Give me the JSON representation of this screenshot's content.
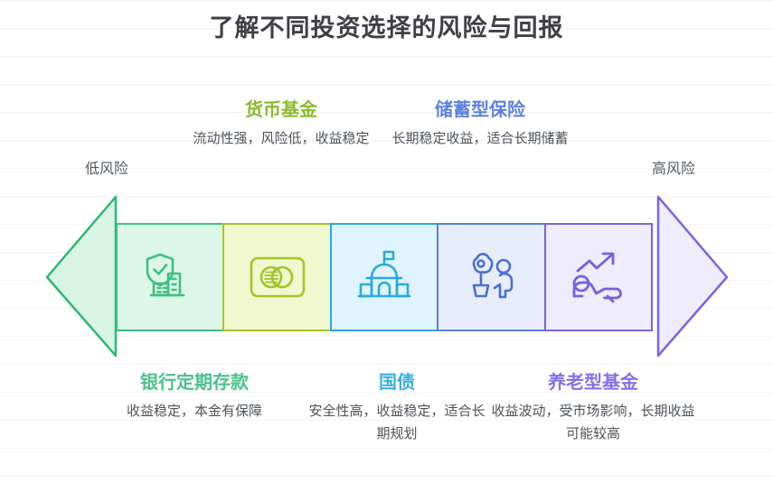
{
  "page": {
    "title": "了解不同投资选择的风险与回报",
    "title_color": "#3f3f46",
    "background": "#ffffff",
    "gridline_color": "#f2f3f5"
  },
  "axis": {
    "low_label": "低风险",
    "high_label": "高风险",
    "label_color": "#555b61",
    "left_arrow": {
      "name": "left-arrowhead",
      "direction": "left",
      "stroke": "#2eb872",
      "fill": "#d8f5e6"
    },
    "right_arrow": {
      "name": "right-arrowhead",
      "direction": "right",
      "stroke": "#7c63e0",
      "fill": "#efecfb"
    }
  },
  "segments": [
    {
      "id": "bank-deposit",
      "icon": "shield-check-building-icon",
      "stroke": "#3fbf7f",
      "fill": "#ddf6ea",
      "icon_color": "#3fbf7f"
    },
    {
      "id": "money-fund",
      "icon": "coins-card-icon",
      "stroke": "#a4c42a",
      "fill": "#f1f7cf",
      "icon_color": "#a4c42a"
    },
    {
      "id": "government-bond",
      "icon": "government-building-icon",
      "stroke": "#2aa9de",
      "fill": "#e0f4fd",
      "icon_color": "#2aa9de"
    },
    {
      "id": "savings-insurance",
      "icon": "flower-pot-person-icon",
      "stroke": "#5b7fdb",
      "fill": "#e7edfb",
      "icon_color": "#4a6fd4"
    },
    {
      "id": "pension-fund",
      "icon": "person-growth-arrow-icon",
      "stroke": "#7c63e0",
      "fill": "#efecfb",
      "icon_color": "#7263e0"
    }
  ],
  "callouts": {
    "money_fund": {
      "title": "货币基金",
      "title_color": "#8bbb2e",
      "desc": "流动性强，风险低，收益稳定"
    },
    "savings_insurance": {
      "title": "储蓄型保险",
      "title_color": "#5b82e0",
      "desc": "长期稳定收益，适合长期储蓄"
    },
    "bank_deposit": {
      "title": "银行定期存款",
      "title_color": "#4bc28a",
      "desc": "收益稳定，本金有保障"
    },
    "government_bond": {
      "title": "国债",
      "title_color": "#39b0e0",
      "desc": "安全性高，收益稳定，适合长期规划"
    },
    "pension_fund": {
      "title": "养老型基金",
      "title_color": "#8271e8",
      "desc": "收益波动，受市场影响，长期收益可能较高"
    }
  }
}
